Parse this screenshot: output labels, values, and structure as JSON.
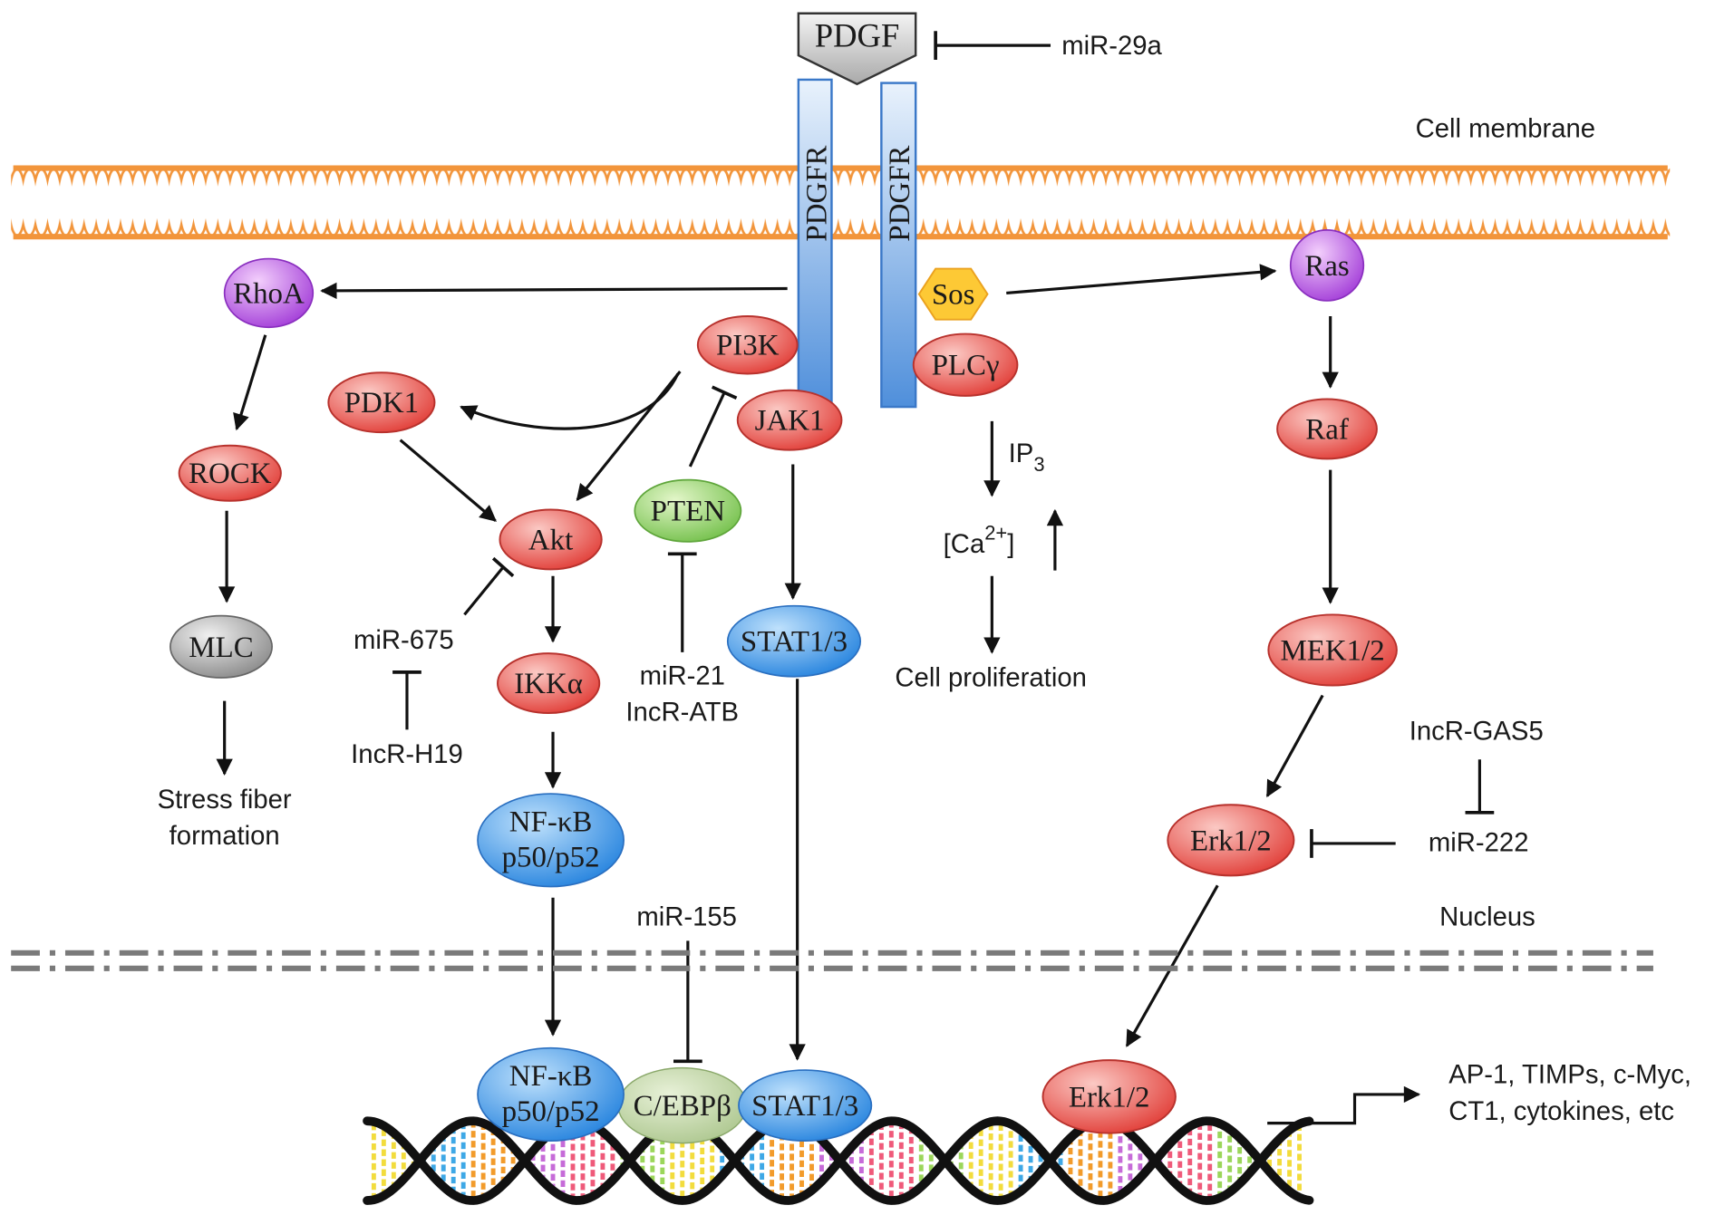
{
  "ligand": {
    "label": "PDGF"
  },
  "receptor": {
    "left_label": "PDGFR",
    "right_label": "PDGFR"
  },
  "labels": {
    "cell_membrane": "Cell membrane",
    "nucleus": "Nucleus",
    "ip": "IP",
    "ip_sub": "3",
    "ca_open": "[Ca",
    "ca_sup": "2+",
    "ca_close": "]",
    "cell_proliferation": "Cell proliferation",
    "stress_fiber_1": "Stress fiber",
    "stress_fiber_2": "formation",
    "targets_1": "AP-1, TIMPs, c-Myc,",
    "targets_2": "CT1, cytokines, etc"
  },
  "regulators": {
    "mir29a": "miR-29a",
    "mir675": "miR-675",
    "lncr_h19": "IncR-H19",
    "mir21": "miR-21",
    "lncr_atb": "IncR-ATB",
    "mir155": "miR-155",
    "lncr_gas5": "IncR-GAS5",
    "mir222": "miR-222"
  },
  "nodes": {
    "rhoa": "RhoA",
    "rock": "ROCK",
    "mlc": "MLC",
    "pdk1": "PDK1",
    "pi3k": "PI3K",
    "akt": "Akt",
    "pten": "PTEN",
    "ikka": "IKKα",
    "nfkb_line1": "NF-κB",
    "nfkb_line2": "p50/p52",
    "jak1": "JAK1",
    "stat": "STAT1/3",
    "sos": "Sos",
    "plcg": "PLCγ",
    "ras": "Ras",
    "raf": "Raf",
    "mek": "MEK1/2",
    "erk": "Erk1/2",
    "nfkb_nuc_line1": "NF-κB",
    "nfkb_nuc_line2": "p50/p52",
    "cebpb": "C/EBPβ",
    "stat_nuc": "STAT1/3",
    "erk_nuc": "Erk1/2"
  },
  "colors": {
    "red_light": "#fbc9c4",
    "red_dark": "#e2413b",
    "blue_light": "#bfe1fc",
    "blue_dark": "#2a86df",
    "purple_light": "#f3cffc",
    "purple_dark": "#a541d9",
    "green_light": "#e3f6c9",
    "green_dark": "#77c24f",
    "gray_light": "#f0f0f0",
    "gray_dark": "#8d8d8d",
    "olive_light": "#e8f1d8",
    "olive_dark": "#adc78f",
    "receptor_light": "#e9f2fc",
    "receptor_dark": "#4f8fdb",
    "membrane": "#f2953b",
    "sos": "#fdc935"
  }
}
